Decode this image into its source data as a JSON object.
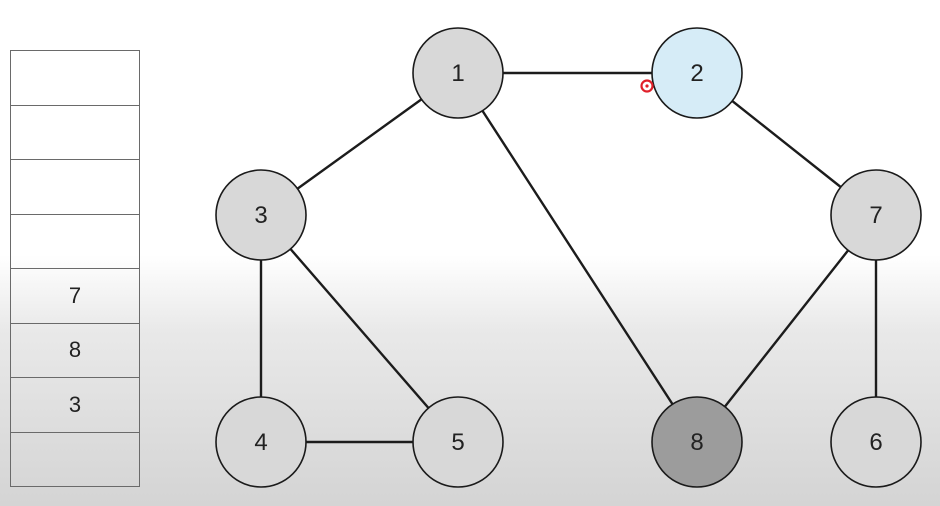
{
  "stack": {
    "cells": [
      "",
      "",
      "",
      "",
      "7",
      "8",
      "3",
      ""
    ]
  },
  "graph": {
    "nodes": [
      {
        "id": "1",
        "label": "1",
        "state": "visited"
      },
      {
        "id": "2",
        "label": "2",
        "state": "current"
      },
      {
        "id": "3",
        "label": "3",
        "state": "visited"
      },
      {
        "id": "4",
        "label": "4",
        "state": "visited"
      },
      {
        "id": "5",
        "label": "5",
        "state": "visited"
      },
      {
        "id": "6",
        "label": "6",
        "state": "visited"
      },
      {
        "id": "7",
        "label": "7",
        "state": "visited"
      },
      {
        "id": "8",
        "label": "8",
        "state": "dark"
      }
    ],
    "edges": [
      [
        "1",
        "2"
      ],
      [
        "1",
        "3"
      ],
      [
        "1",
        "8"
      ],
      [
        "2",
        "7"
      ],
      [
        "3",
        "4"
      ],
      [
        "3",
        "5"
      ],
      [
        "4",
        "5"
      ],
      [
        "7",
        "8"
      ],
      [
        "7",
        "6"
      ]
    ],
    "colors": {
      "visited": "#d8d8d8",
      "current": "#d6ecf7",
      "dark": "#9c9c9c",
      "cursor": "#e0202a"
    }
  }
}
